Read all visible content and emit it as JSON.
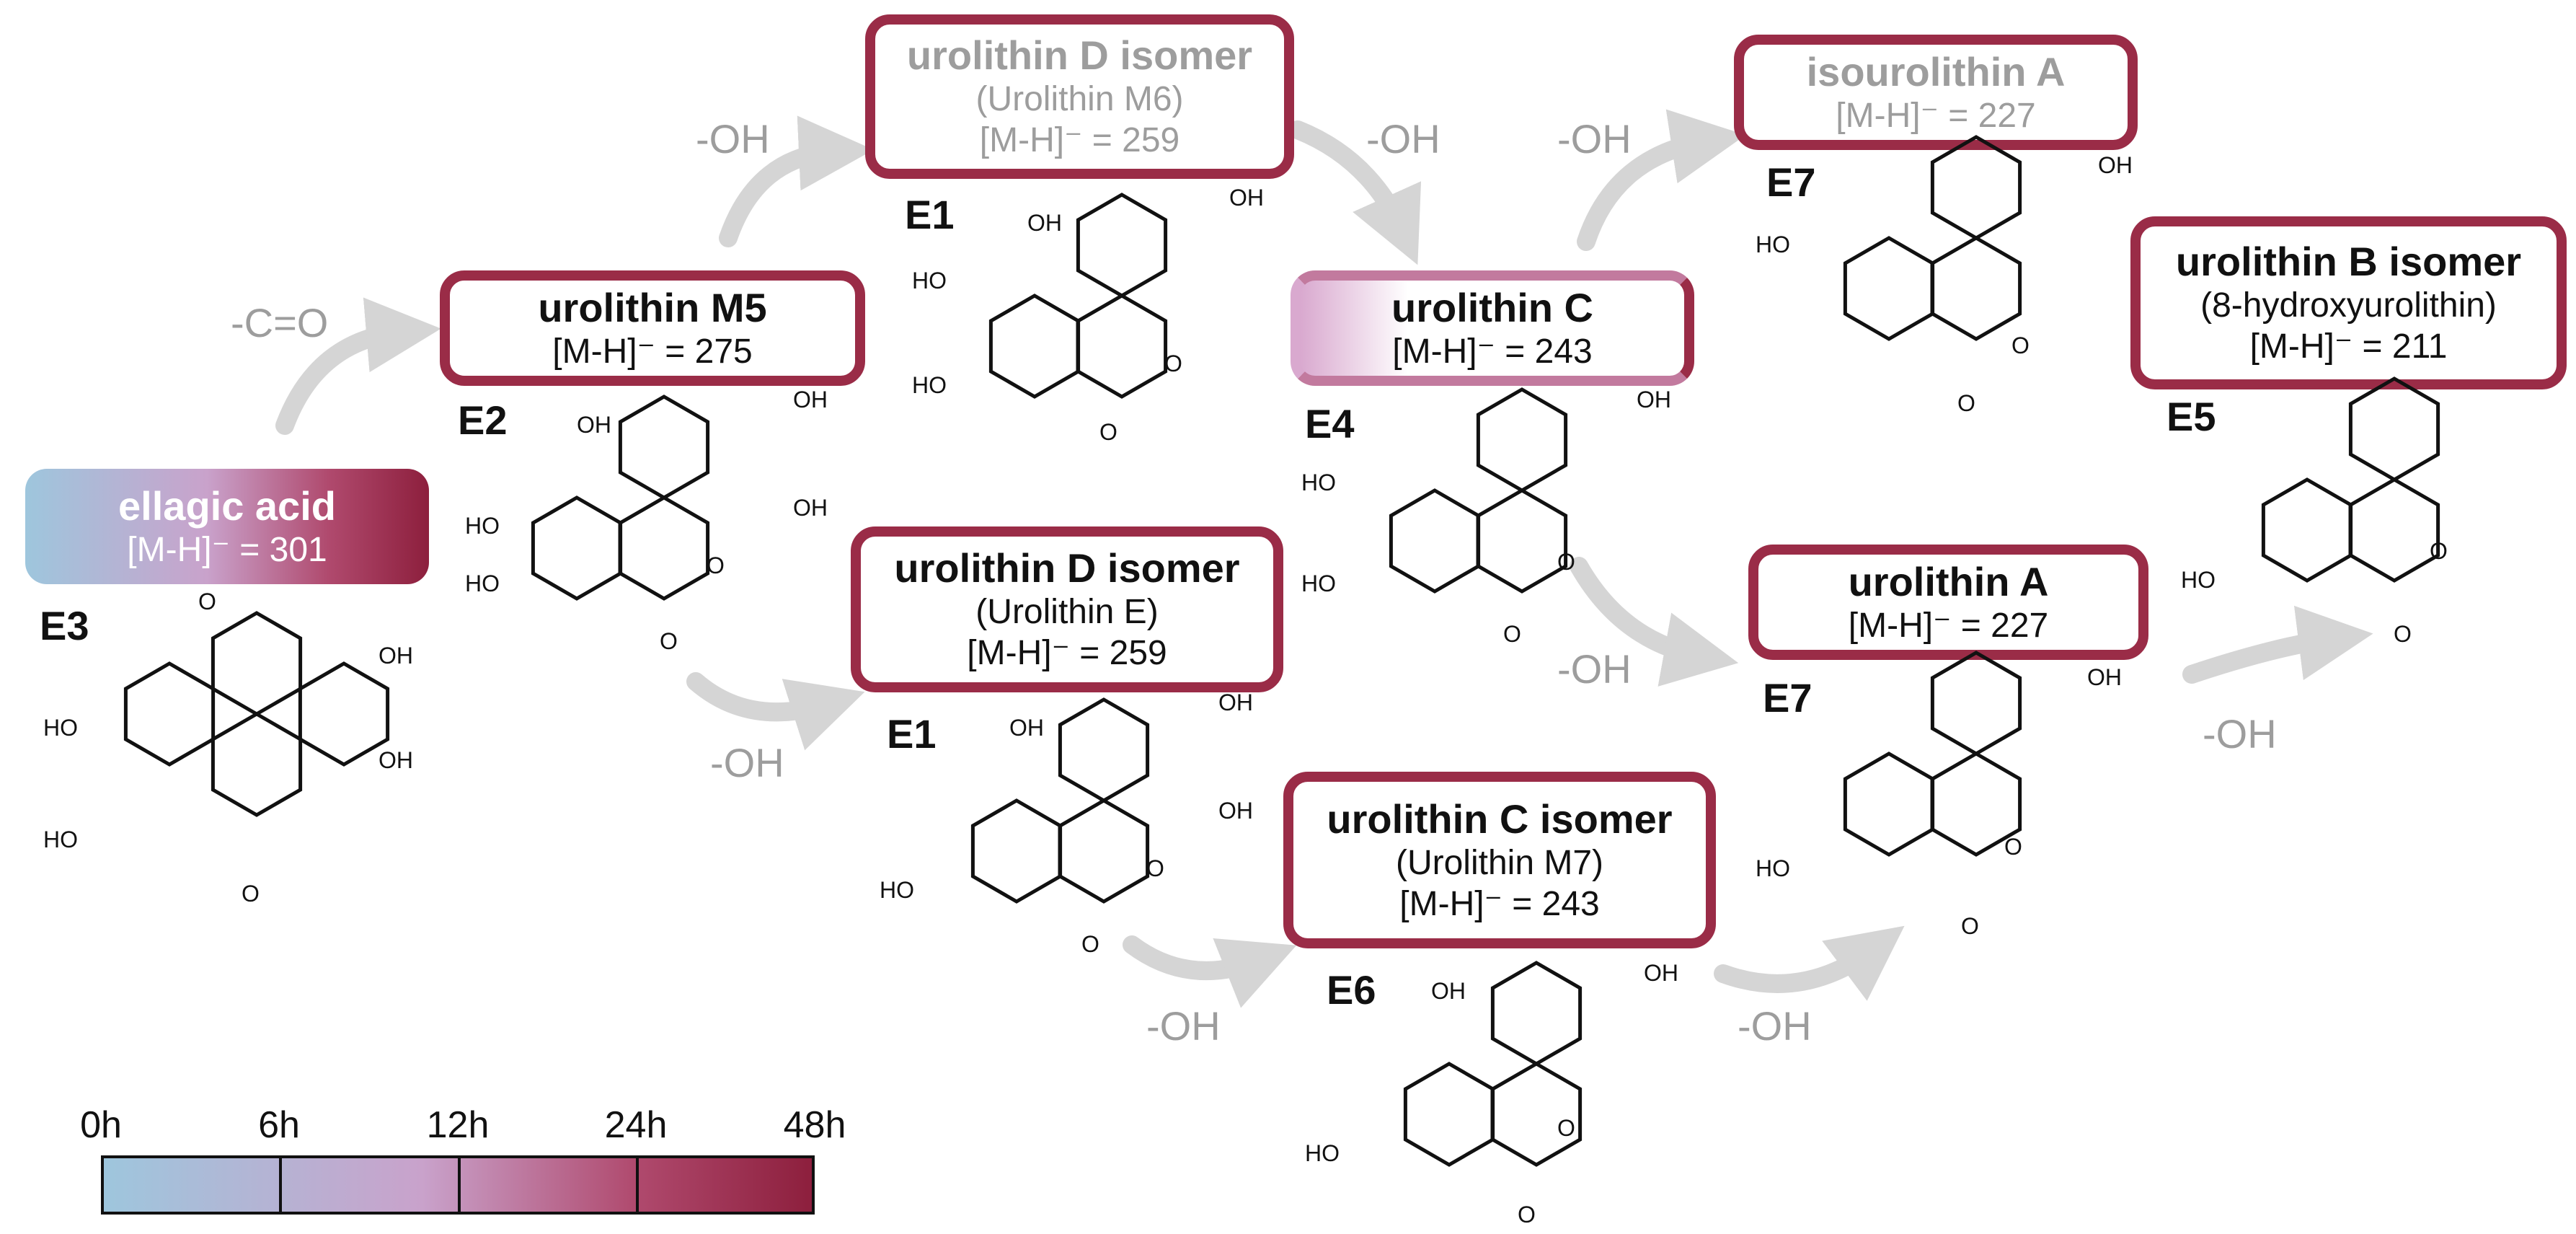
{
  "nodes": [
    {
      "id": "ellagic",
      "style": "gradient",
      "name": "ellagic acid",
      "sub": "",
      "mh": "[M-H]⁻ = 301",
      "label": "E3"
    },
    {
      "id": "m5",
      "style": "solid",
      "name": "urolithin M5",
      "sub": "",
      "mh": "[M-H]⁻ = 275",
      "label": "E2"
    },
    {
      "id": "d_m6",
      "style": "faded",
      "name": "urolithin D isomer",
      "sub": "(Urolithin M6)",
      "mh": "[M-H]⁻ = 259",
      "label": "E1"
    },
    {
      "id": "d_e",
      "style": "solid",
      "name": "urolithin D isomer",
      "sub": "(Urolithin E)",
      "mh": "[M-H]⁻ = 259",
      "label": "E1"
    },
    {
      "id": "c",
      "style": "gradient-left",
      "name": "urolithin C",
      "sub": "",
      "mh": "[M-H]⁻ = 243",
      "label": "E4"
    },
    {
      "id": "c_m7",
      "style": "solid",
      "name": "urolithin C isomer",
      "sub": "(Urolithin M7)",
      "mh": "[M-H]⁻ = 243",
      "label": "E6"
    },
    {
      "id": "iso_a",
      "style": "faded",
      "name": "isourolithin A",
      "sub": "",
      "mh": "[M-H]⁻ = 227",
      "label": "E7"
    },
    {
      "id": "a",
      "style": "solid",
      "name": "urolithin A",
      "sub": "",
      "mh": "[M-H]⁻ = 227",
      "label": "E7"
    },
    {
      "id": "b",
      "style": "solid",
      "name": "urolithin B isomer",
      "sub": "(8-hydroxyurolithin)",
      "mh": "[M-H]⁻ = 211",
      "label": "E5"
    }
  ],
  "steps": {
    "co": "-C=O",
    "oh": "-OH"
  },
  "legend": {
    "ticks": [
      "0h",
      "6h",
      "12h",
      "24h",
      "48h"
    ],
    "colors": [
      "#9ec6dd",
      "#c9a2cb",
      "#b04a6e",
      "#8d1f3d"
    ]
  },
  "atoms": {
    "oh": "OH",
    "ho": "HO",
    "o": "O"
  },
  "colors": {
    "border": "#9a2c47",
    "arrow": "#d5d5d5",
    "faded_text": "#9d9d9d"
  }
}
